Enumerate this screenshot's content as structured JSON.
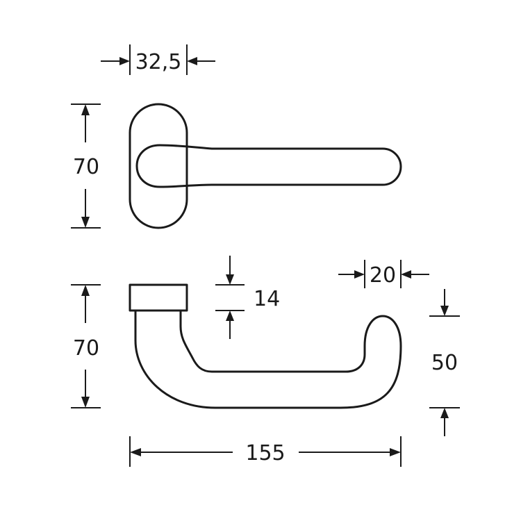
{
  "dimensions": {
    "rosette_width": "32,5",
    "rosette_height": "70",
    "side_height": "70",
    "rosette_depth": "14",
    "grip_thickness": "20",
    "lever_drop": "50",
    "lever_length": "155"
  },
  "colors": {
    "line": "#1a1a1a",
    "background": "#ffffff"
  }
}
